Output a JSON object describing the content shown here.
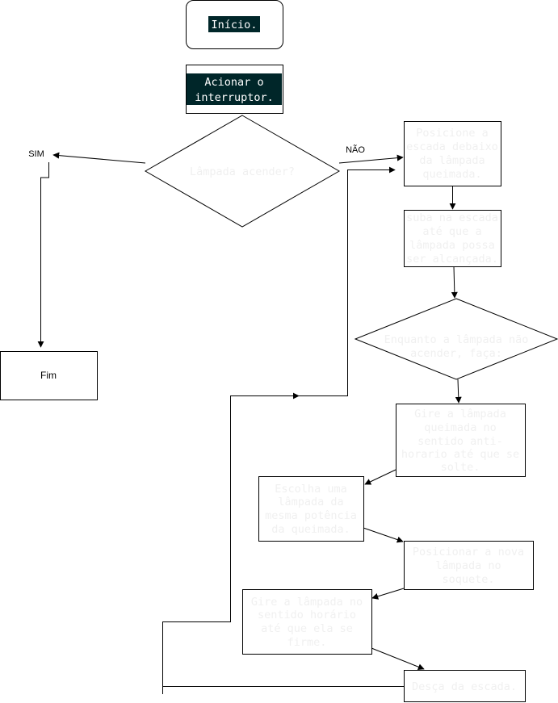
{
  "colors": {
    "stroke": "#000000",
    "fill": "#ffffff",
    "dark_label_bg": "#002629",
    "light_text": "#f0f0f0",
    "dark_label_text": "#ffffff",
    "black_text": "#000000"
  },
  "nodes": {
    "inicio": "Início.",
    "acionar": [
      "Acionar o",
      "interruptor."
    ],
    "lampada_acender": "Lâmpada acender?",
    "fim": "Fim",
    "posicione": [
      "Posicione a",
      "escada debaixo",
      "da lâmpada",
      "queimada."
    ],
    "suba": [
      "suba na escada",
      "até que a",
      "lâmpada possa",
      "ser alcançada."
    ],
    "enquanto": [
      "Enquanto a lâmpada não",
      "acender, faça:"
    ],
    "gire_anti": [
      "Gire a lâmpada",
      "queimada no",
      "sentido anti-",
      "horario até que se",
      "solte."
    ],
    "escolha": [
      "Escolha uma",
      "lâmpada da",
      "mesma potência",
      "da queimada."
    ],
    "posicionar": [
      "Posicionar a nova",
      "lâmpada no",
      "soquete."
    ],
    "gire_hor": [
      "Gire a lâmpada no",
      "sentido horário",
      "até que ela se",
      "firme."
    ],
    "desca": "Desça da escada."
  },
  "labels": {
    "sim": "SIM",
    "nao": "NÃO"
  }
}
